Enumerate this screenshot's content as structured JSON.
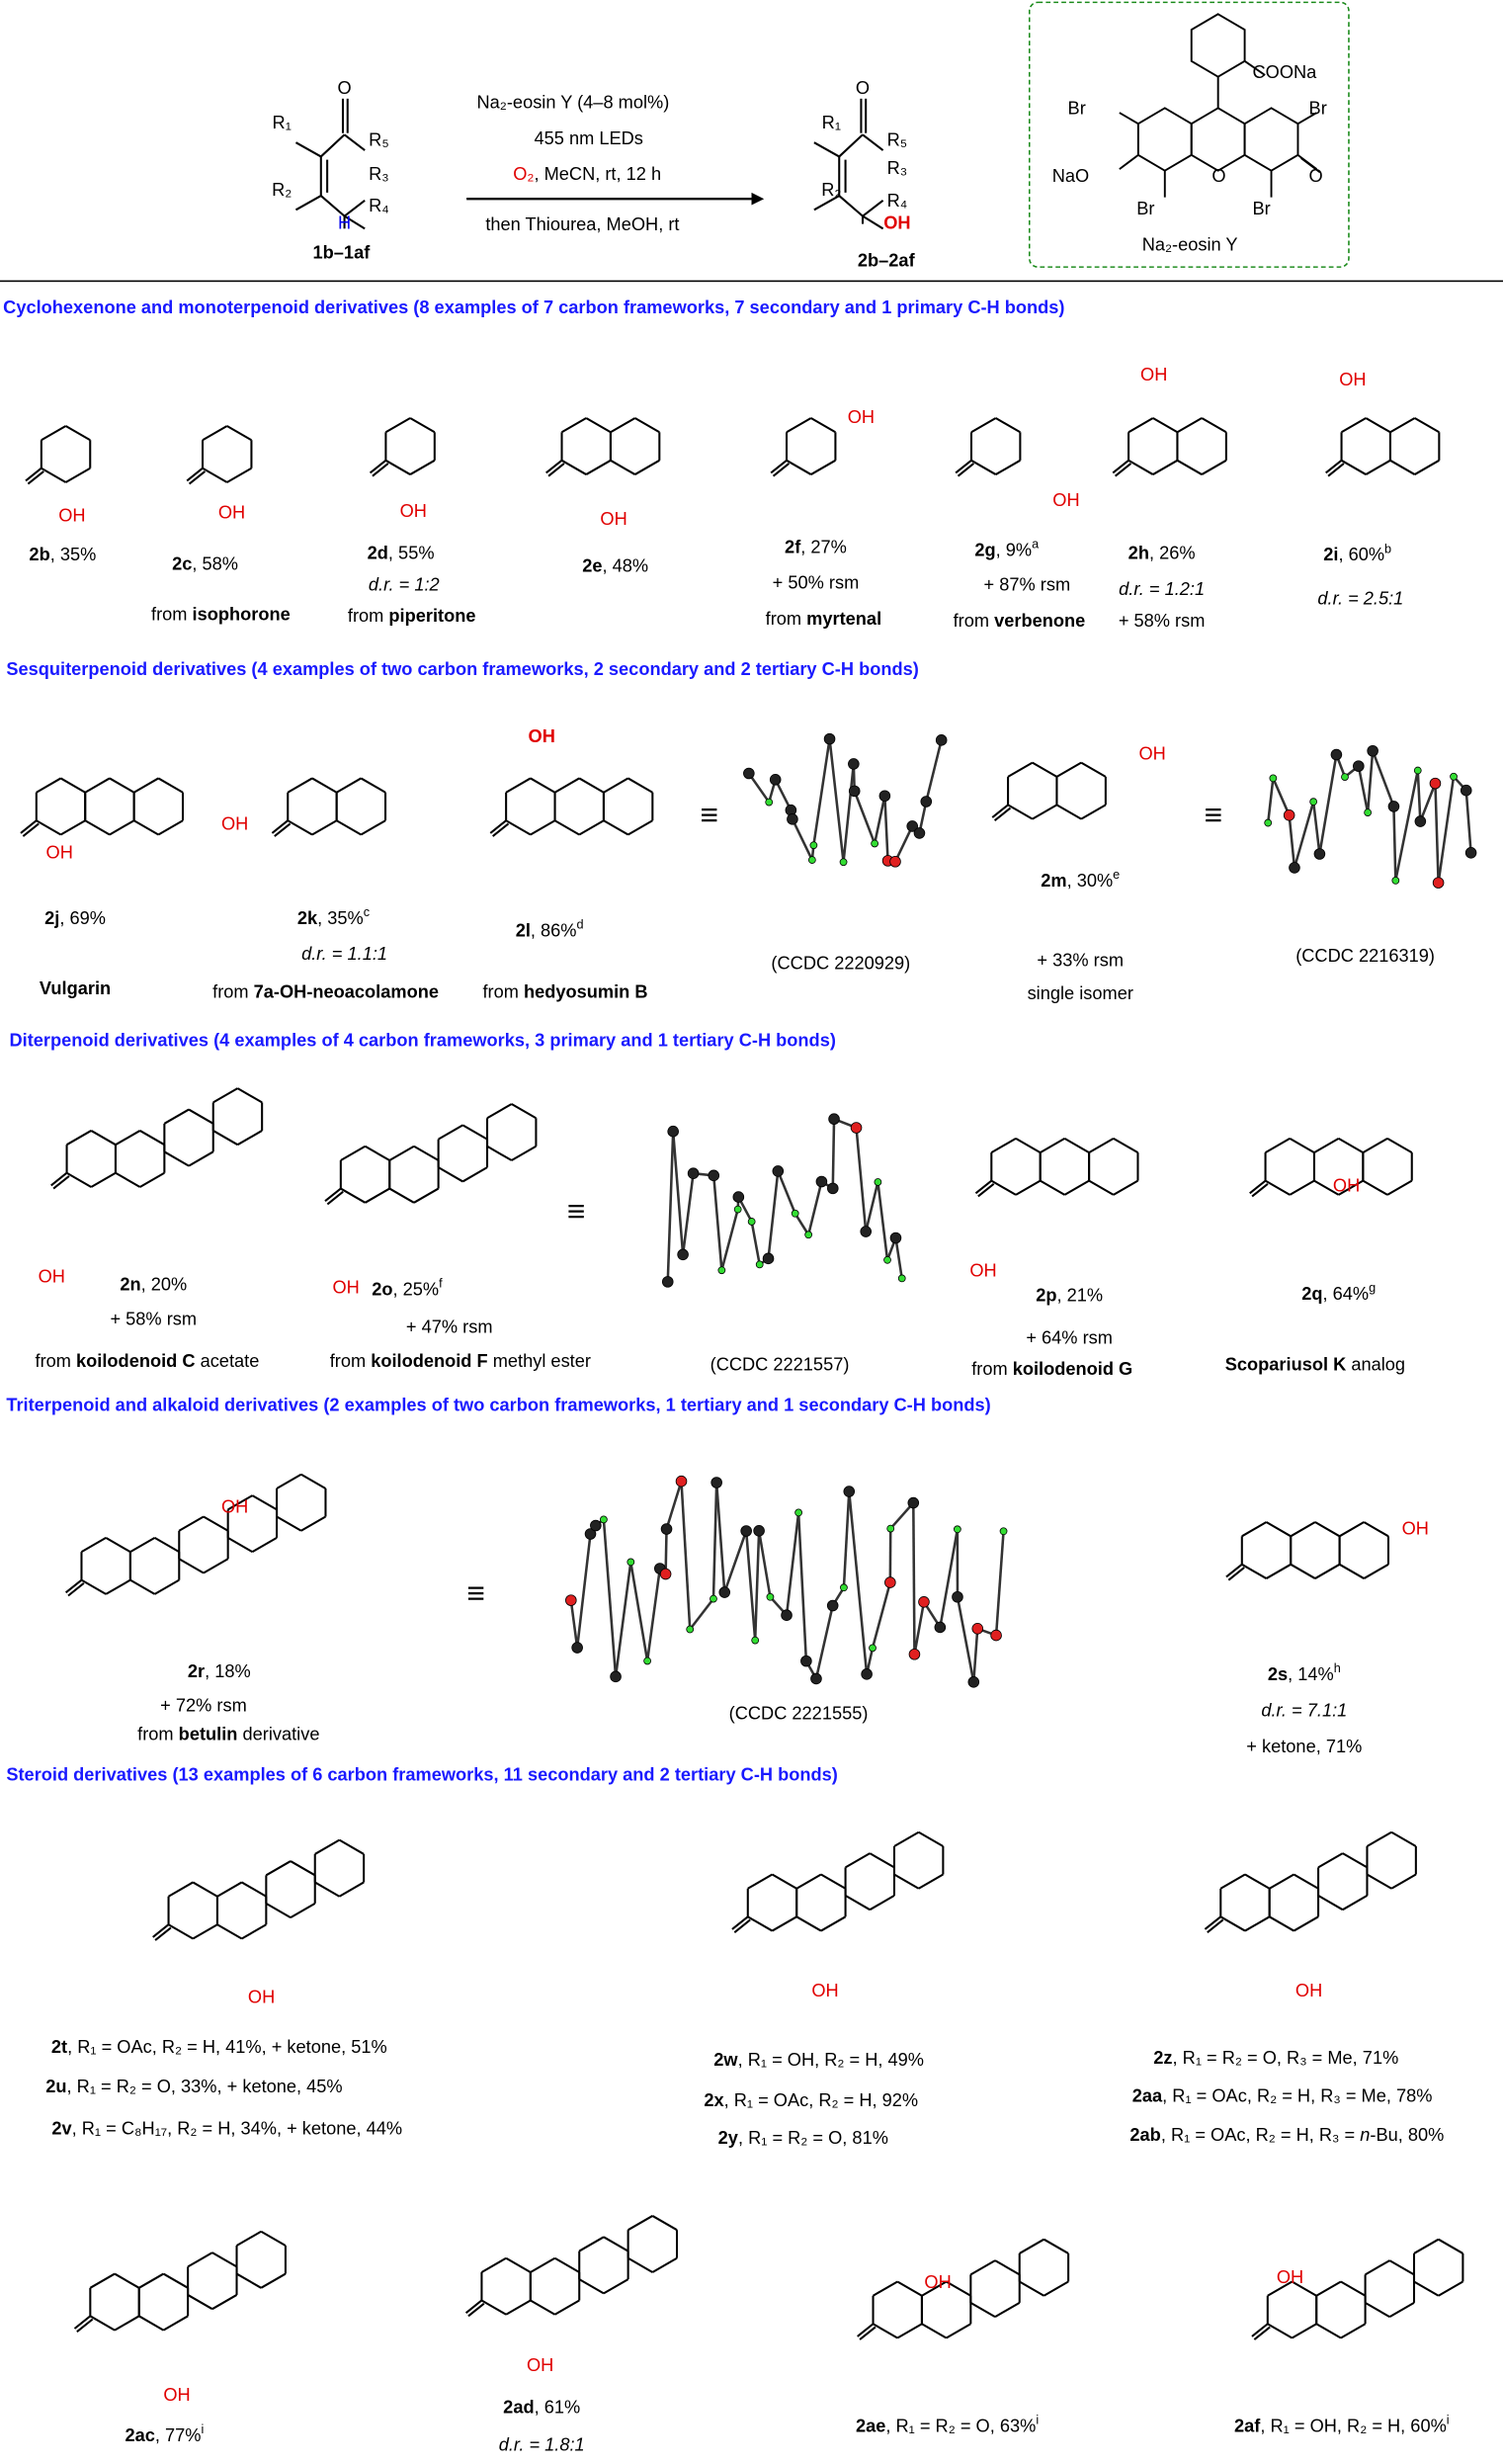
{
  "header": {
    "reactant_label": "1b–1af",
    "product_label": "2b–2af",
    "conditions": [
      "Na₂-eosin Y (4–8 mol%)",
      "455 nm LEDs",
      "then Thiourea, MeOH, rt"
    ],
    "oxygen": "O₂",
    "conditions_rest": ", MeCN, rt, 12 h",
    "atoms": {
      "O": "O",
      "R1": "R₁",
      "R2": "R₂",
      "R3": "R₃",
      "R4": "R₄",
      "R5": "R₅",
      "H": "H",
      "OH": "OH"
    },
    "catalyst": {
      "name": "Na₂-eosin Y",
      "coona": "COONa",
      "nao": "NaO",
      "br": "Br",
      "o": "O"
    }
  },
  "colors": {
    "heading": "#1a1aff",
    "oxygen_highlight": "#e00000",
    "hydrogen_highlight": "#0000ee",
    "catalyst_box": "#1a8a1a"
  },
  "sections": [
    "Cyclohexenone and monoterpenoid derivatives (8 examples of 7 carbon frameworks, 7 secondary and 1 primary C-H bonds)",
    "Sesquiterpenoid derivatives (4 examples of two carbon frameworks, 2 secondary and 2 tertiary C-H bonds)",
    "Diterpenoid derivatives (4 examples of 4 carbon frameworks, 3 primary and 1 tertiary C-H bonds)",
    "Triterpenoid and alkaloid derivatives (2 examples of two carbon frameworks, 1 tertiary and 1 secondary C-H bonds)",
    "Steroid derivatives (13 examples of 6 carbon frameworks, 11 secondary and 2 tertiary C-H bonds)"
  ],
  "compounds": {
    "2b": {
      "id": "2b",
      "yield": ", 35%"
    },
    "2c": {
      "id": "2c",
      "yield": ", 58%",
      "from_pre": "from ",
      "from": "isophorone"
    },
    "2d": {
      "id": "2d",
      "yield": ", 55%",
      "dr": "d.r. = 1:2",
      "from_pre": "from ",
      "from": "piperitone"
    },
    "2e": {
      "id": "2e",
      "yield": ", 48%"
    },
    "2f": {
      "id": "2f",
      "yield": ", 27%",
      "rsm": "+ 50% rsm",
      "from_pre": "from ",
      "from": "myrtenal"
    },
    "2g": {
      "id": "2g",
      "yield": ", 9%",
      "note": "a",
      "rsm": "+ 87% rsm",
      "from_pre": "from ",
      "from": "verbenone"
    },
    "2h": {
      "id": "2h",
      "yield": ", 26%",
      "dr": "d.r. = 1.2:1",
      "rsm": "+ 58% rsm"
    },
    "2i": {
      "id": "2i",
      "yield": ", 60%",
      "note": "b",
      "dr": "d.r. = 2.5:1"
    },
    "2j": {
      "id": "2j",
      "yield": ", 69%",
      "name": "Vulgarin"
    },
    "2k": {
      "id": "2k",
      "yield": ", 35%",
      "note": "c",
      "dr": "d.r. = 1.1:1",
      "from_pre": "from ",
      "from": "7a-OH-neoacolamone"
    },
    "2l": {
      "id": "2l",
      "yield": ", 86%",
      "note": "d",
      "from_pre": "from ",
      "from": "hedyosumin B",
      "ccdc": "(CCDC 2220929)"
    },
    "2m": {
      "id": "2m",
      "yield": ", 30%",
      "note": "e",
      "rsm": "+ 33% rsm",
      "extra": "single isomer",
      "ccdc": "(CCDC 2216319)"
    },
    "2n": {
      "id": "2n",
      "yield": ", 20%",
      "rsm": "+ 58% rsm",
      "from_pre": "from ",
      "from": "koilodenoid C",
      "from_post": " acetate"
    },
    "2o": {
      "id": "2o",
      "yield": ", 25%",
      "note": "f",
      "rsm": "+ 47% rsm",
      "from_pre": "from ",
      "from": "koilodenoid F",
      "from_post": " methyl ester",
      "ccdc": "(CCDC 2221557)"
    },
    "2p": {
      "id": "2p",
      "yield": ", 21%",
      "rsm": "+ 64% rsm",
      "from_pre": "from ",
      "from": "koilodenoid G"
    },
    "2q": {
      "id": "2q",
      "yield": ", 64%",
      "note": "g",
      "name": "Scopariusol K",
      "name_post": " analog"
    },
    "2r": {
      "id": "2r",
      "yield": ", 18%",
      "rsm": "+ 72% rsm",
      "from_pre": "from ",
      "from": "betulin",
      "from_post": " derivative",
      "ccdc": "(CCDC 2221555)"
    },
    "2s": {
      "id": "2s",
      "yield": ", 14%",
      "note": "h",
      "dr": "d.r. = 7.1:1",
      "extra": "+ ketone, 71%"
    },
    "2t": {
      "id": "2t",
      "text": ", R₁ = OAc, R₂ = H, 41%, + ketone, 51%"
    },
    "2u": {
      "id": "2u",
      "text": ", R₁ = R₂ = O, 33%, + ketone, 45%"
    },
    "2v": {
      "id": "2v",
      "text": ", R₁ = C₈H₁₇, R₂ = H, 34%, + ketone, 44%"
    },
    "2w": {
      "id": "2w",
      "text": ", R₁ = OH, R₂ = H, 49%"
    },
    "2x": {
      "id": "2x",
      "text": ", R₁ = OAc, R₂ = H, 92%"
    },
    "2y": {
      "id": "2y",
      "text": ", R₁ = R₂ = O, 81%"
    },
    "2z": {
      "id": "2z",
      "text": ", R₁ = R₂ = O, R₃ = Me, 71%"
    },
    "2aa": {
      "id": "2aa",
      "text": ", R₁ = OAc, R₂ = H, R₃ = Me, 78%"
    },
    "2ab": {
      "id": "2ab",
      "text": ", R₁ = OAc, R₂ = H, R₃ = ",
      "text_italic": "n",
      "text_post": "-Bu, 80%"
    },
    "2ac": {
      "id": "2ac",
      "yield": ", 77%",
      "note": "i"
    },
    "2ad": {
      "id": "2ad",
      "yield": ", 61%",
      "dr": "d.r. = 1.8:1"
    },
    "2ae": {
      "id": "2ae",
      "yield": ", R₁ = R₂ = O, 63%",
      "note": "i"
    },
    "2af": {
      "id": "2af",
      "yield": ", R₁ = OH, R₂ = H, 60%",
      "note": "i"
    }
  },
  "equivalence_symbol": "≡",
  "hydroxyl_label": "OH"
}
